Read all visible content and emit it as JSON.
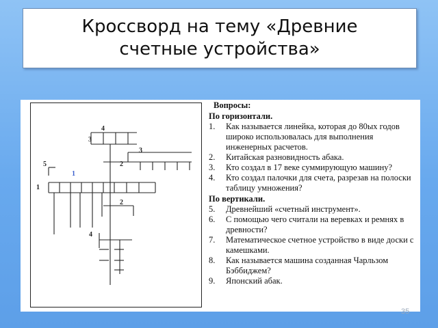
{
  "title": {
    "line1": "Кроссворд на тему «Древние",
    "line2": "счетные устройства»"
  },
  "questions": {
    "header": "Вопросы:",
    "horizontal_header": "По горизонтали.",
    "horizontal": [
      {
        "num": "1.",
        "text": "Как называется линейка, которая до 80ых годов широко использовалась для выполнения инженерных расчетов."
      },
      {
        "num": "2.",
        "text": "Китайская разновидность абака."
      },
      {
        "num": "3.",
        "text": "Кто создал в 17 веке суммирующую машину?"
      },
      {
        "num": "4.",
        "text": "Кто создал палочки для счета, разрезав на полоски таблицу умножения?"
      }
    ],
    "vertical_header": "По вертикали.",
    "vertical": [
      {
        "num": "5.",
        "text": "Древнейший «счетный инструмент»."
      },
      {
        "num": "6.",
        "text": "С помощью чего считали на веревках и ремнях в древности?"
      },
      {
        "num": "7.",
        "text": "Математическое счетное устройство в виде доски с камешками."
      },
      {
        "num": "8.",
        "text": "Как называется машина созданная Чарльзом Бэббиджем?"
      },
      {
        "num": "9.",
        "text": "Японский абак."
      }
    ]
  },
  "crossword": {
    "numbers": [
      {
        "label": "4",
        "color": "#222222"
      },
      {
        "label": "3",
        "color": "#222222"
      },
      {
        "label": "3",
        "color": "#222222"
      },
      {
        "label": "2",
        "color": "#222222"
      },
      {
        "label": "5",
        "color": "#222222"
      },
      {
        "label": "1",
        "color": "#3a5fcd"
      },
      {
        "label": "1",
        "color": "#222222"
      },
      {
        "label": "2",
        "color": "#222222"
      },
      {
        "label": "4",
        "color": "#222222"
      }
    ]
  },
  "page_number": "35"
}
